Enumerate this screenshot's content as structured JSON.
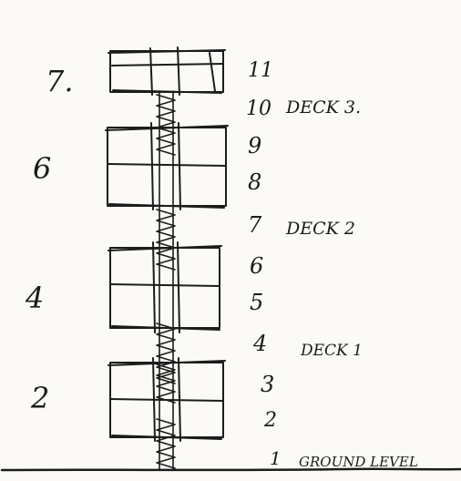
{
  "sketch": {
    "left_labels": [
      "7.",
      "6",
      "4",
      "2"
    ],
    "floor_numbers": [
      "11",
      "10",
      "9",
      "8",
      "7",
      "6",
      "5",
      "4",
      "3",
      "2",
      "1"
    ],
    "deck_labels": [
      "DECK 3.",
      "DECK 2",
      "DECK 1"
    ],
    "ground_label": "GROUND LEVEL",
    "colors": {
      "ink": "#1c1c1c",
      "paper": "#fbfaf6"
    }
  }
}
